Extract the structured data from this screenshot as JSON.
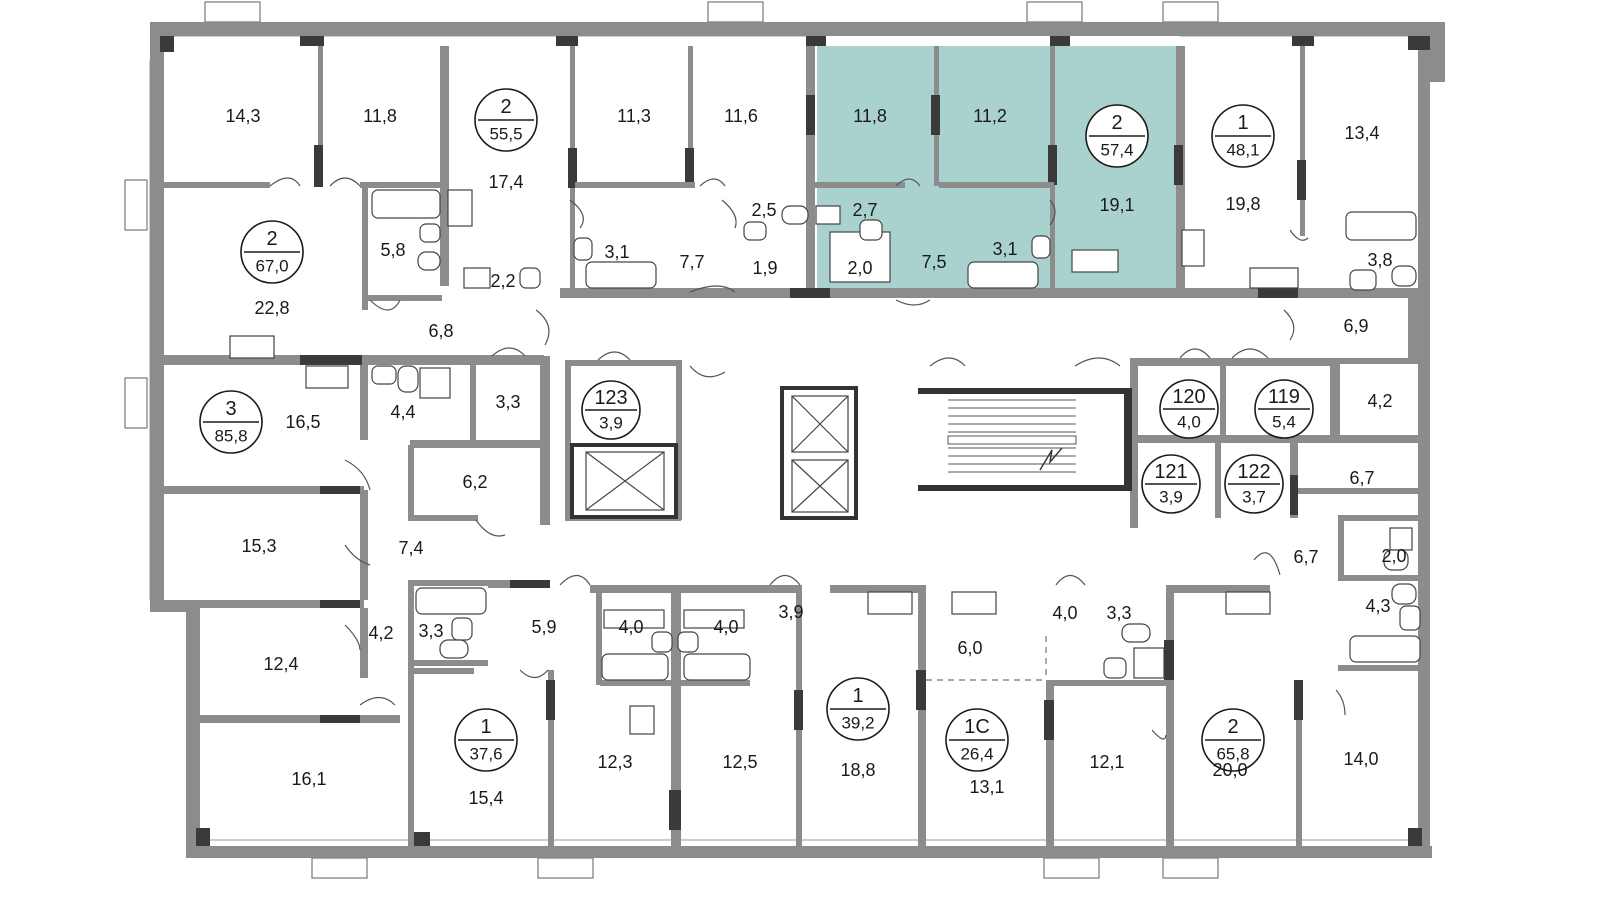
{
  "colors": {
    "highlight": "#a9d2cf",
    "wall": "#8c8c8c",
    "wall_dark": "#3a3a3a",
    "text": "#1a1a1a"
  },
  "apartments": [
    {
      "id": "apt-2-55",
      "rooms": "2",
      "area": "55,5"
    },
    {
      "id": "apt-2-57",
      "rooms": "2",
      "area": "57,4"
    },
    {
      "id": "apt-1-48",
      "rooms": "1",
      "area": "48,1"
    },
    {
      "id": "apt-2-67",
      "rooms": "2",
      "area": "67,0"
    },
    {
      "id": "apt-3-85",
      "rooms": "3",
      "area": "85,8"
    },
    {
      "id": "apt-1-37",
      "rooms": "1",
      "area": "37,6"
    },
    {
      "id": "apt-1-39",
      "rooms": "1",
      "area": "39,2"
    },
    {
      "id": "apt-1c-26",
      "rooms": "1С",
      "area": "26,4"
    },
    {
      "id": "apt-2-65",
      "rooms": "2",
      "area": "65,8"
    }
  ],
  "storages": [
    {
      "id": "st-123",
      "number": "123",
      "area": "3,9"
    },
    {
      "id": "st-120",
      "number": "120",
      "area": "4,0"
    },
    {
      "id": "st-119",
      "number": "119",
      "area": "5,4"
    },
    {
      "id": "st-121",
      "number": "121",
      "area": "3,9"
    },
    {
      "id": "st-122",
      "number": "122",
      "area": "3,7"
    }
  ],
  "room_areas": [
    "14,3",
    "11,8",
    "17,4",
    "11,3",
    "11,6",
    "11,8",
    "11,2",
    "19,1",
    "19,8",
    "13,4",
    "5,8",
    "2,2",
    "22,8",
    "3,1",
    "7,7",
    "2,5",
    "1,9",
    "2,7",
    "2,0",
    "7,5",
    "3,1",
    "3,8",
    "6,8",
    "6,9",
    "16,5",
    "4,4",
    "3,3",
    "4,2",
    "6,2",
    "6,7",
    "15,3",
    "7,4",
    "6,7",
    "2,0",
    "3,3",
    "5,9",
    "4,0",
    "4,0",
    "3,9",
    "6,0",
    "4,0",
    "3,3",
    "4,3",
    "4,2",
    "12,4",
    "16,1",
    "15,4",
    "12,3",
    "12,5",
    "18,8",
    "13,1",
    "12,1",
    "20,0",
    "14,0"
  ]
}
